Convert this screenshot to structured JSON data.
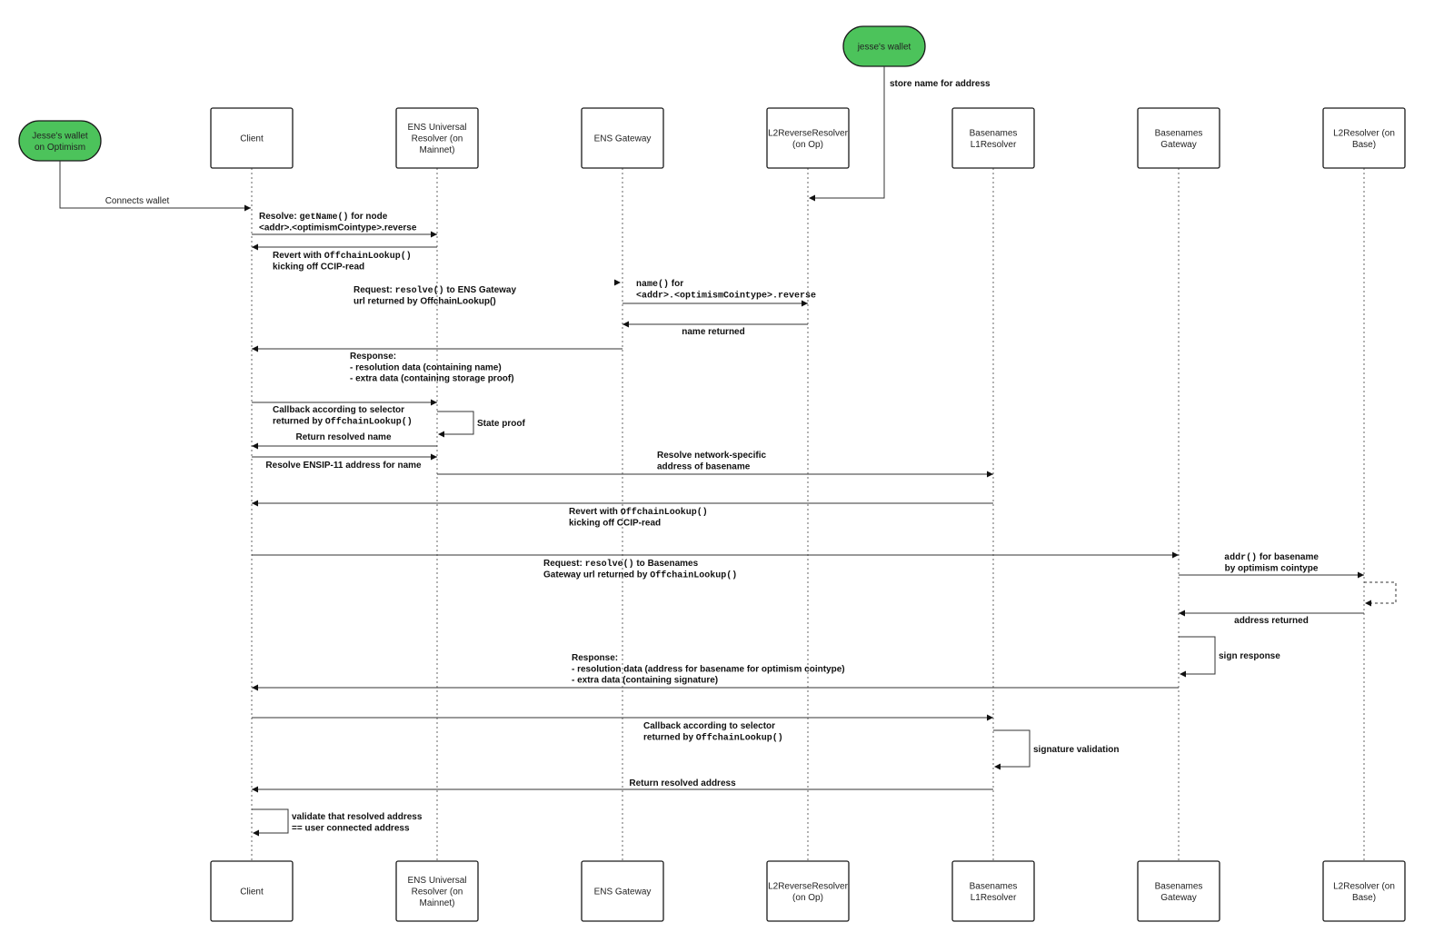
{
  "participants": [
    {
      "id": "client",
      "lines": [
        "Client"
      ]
    },
    {
      "id": "ens-universal",
      "lines": [
        "ENS Universal",
        "Resolver (on",
        "Mainnet)"
      ]
    },
    {
      "id": "ens-gateway",
      "lines": [
        "ENS Gateway"
      ]
    },
    {
      "id": "l2-reverse",
      "lines": [
        "L2ReverseResolver",
        "(on Op)"
      ]
    },
    {
      "id": "bn-l1",
      "lines": [
        "Basenames",
        "L1Resolver"
      ]
    },
    {
      "id": "bn-gateway",
      "lines": [
        "Basenames",
        "Gateway"
      ]
    },
    {
      "id": "l2-resolver",
      "lines": [
        "L2Resolver (on",
        "Base)"
      ]
    }
  ],
  "actors": [
    {
      "id": "optimism-wallet",
      "lines": [
        "Jesse's wallet",
        "on Optimism"
      ]
    },
    {
      "id": "jesse-wallet",
      "lines": [
        "jesse's wallet"
      ]
    }
  ],
  "messages": [
    {
      "id": "store-name",
      "lines": [
        [
          {
            "t": "store name for address"
          }
        ]
      ]
    },
    {
      "id": "connects-wallet",
      "plain": true,
      "lines": [
        [
          {
            "t": "Connects wallet"
          }
        ]
      ]
    },
    {
      "id": "resolve-getname",
      "lines": [
        [
          {
            "t": "Resolve: "
          },
          {
            "t": "getName()",
            "m": true
          },
          {
            "t": " for node"
          }
        ],
        [
          {
            "t": "<addr>.<optimismCointype>.reverse"
          }
        ]
      ]
    },
    {
      "id": "revert-1",
      "lines": [
        [
          {
            "t": "Revert with "
          },
          {
            "t": "OffchainLookup()",
            "m": true
          }
        ],
        [
          {
            "t": "kicking off CCIP-read"
          }
        ]
      ]
    },
    {
      "id": "request-ens-gateway",
      "lines": [
        [
          {
            "t": "Request: "
          },
          {
            "t": "resolve()",
            "m": true
          },
          {
            "t": " to ENS Gateway"
          }
        ],
        [
          {
            "t": "url returned by OffchainLookup()"
          }
        ]
      ]
    },
    {
      "id": "name-for",
      "lines": [
        [
          {
            "t": "name()",
            "m": true
          },
          {
            "t": " for"
          }
        ],
        [
          {
            "t": "<addr>.<optimismCointype>.reverse",
            "m": true
          }
        ]
      ]
    },
    {
      "id": "name-returned",
      "lines": [
        [
          {
            "t": "name returned"
          }
        ]
      ]
    },
    {
      "id": "response-1",
      "lines": [
        [
          {
            "t": "Response:"
          }
        ],
        [
          {
            "t": " - resolution data (containing name)"
          }
        ],
        [
          {
            "t": " - extra data (containing storage proof)"
          }
        ]
      ]
    },
    {
      "id": "callback-1",
      "lines": [
        [
          {
            "t": "Callback according to selector"
          }
        ],
        [
          {
            "t": "returned by "
          },
          {
            "t": "OffchainLookup()",
            "m": true
          }
        ]
      ]
    },
    {
      "id": "state-proof",
      "lines": [
        [
          {
            "t": "State proof"
          }
        ]
      ]
    },
    {
      "id": "return-name",
      "lines": [
        [
          {
            "t": "Return resolved name"
          }
        ]
      ]
    },
    {
      "id": "resolve-ensip11",
      "lines": [
        [
          {
            "t": "Resolve ENSIP-11 address for name"
          }
        ]
      ]
    },
    {
      "id": "resolve-network",
      "lines": [
        [
          {
            "t": "Resolve network-specific"
          }
        ],
        [
          {
            "t": "address of basename"
          }
        ]
      ]
    },
    {
      "id": "revert-2",
      "lines": [
        [
          {
            "t": "Revert with "
          },
          {
            "t": "OffchainLookup()",
            "m": true
          }
        ],
        [
          {
            "t": "kicking off CCIP-read"
          }
        ]
      ]
    },
    {
      "id": "request-bn-gateway",
      "lines": [
        [
          {
            "t": "Request: "
          },
          {
            "t": "resolve()",
            "m": true
          },
          {
            "t": " to Basenames"
          }
        ],
        [
          {
            "t": "Gateway url returned by "
          },
          {
            "t": "OffchainLookup()",
            "m": true
          }
        ]
      ]
    },
    {
      "id": "addr-for-basename",
      "lines": [
        [
          {
            "t": "addr()",
            "m": true
          },
          {
            "t": " for basename"
          }
        ],
        [
          {
            "t": "by optimism cointype"
          }
        ]
      ]
    },
    {
      "id": "address-returned",
      "lines": [
        [
          {
            "t": "address returned"
          }
        ]
      ]
    },
    {
      "id": "sign-response",
      "lines": [
        [
          {
            "t": "sign response"
          }
        ]
      ]
    },
    {
      "id": "response-2",
      "lines": [
        [
          {
            "t": "Response:"
          }
        ],
        [
          {
            "t": " - resolution data (address for basename for optimism cointype)"
          }
        ],
        [
          {
            "t": " - extra data (containing signature)"
          }
        ]
      ]
    },
    {
      "id": "callback-2",
      "lines": [
        [
          {
            "t": "Callback according to selector"
          }
        ],
        [
          {
            "t": "returned by "
          },
          {
            "t": "OffchainLookup()",
            "m": true
          }
        ]
      ]
    },
    {
      "id": "signature-validation",
      "lines": [
        [
          {
            "t": "signature validation"
          }
        ]
      ]
    },
    {
      "id": "return-address",
      "lines": [
        [
          {
            "t": "Return resolved address"
          }
        ]
      ]
    },
    {
      "id": "validate",
      "lines": [
        [
          {
            "t": "validate that resolved address"
          }
        ],
        [
          {
            "t": "== user connected address"
          }
        ]
      ]
    }
  ]
}
